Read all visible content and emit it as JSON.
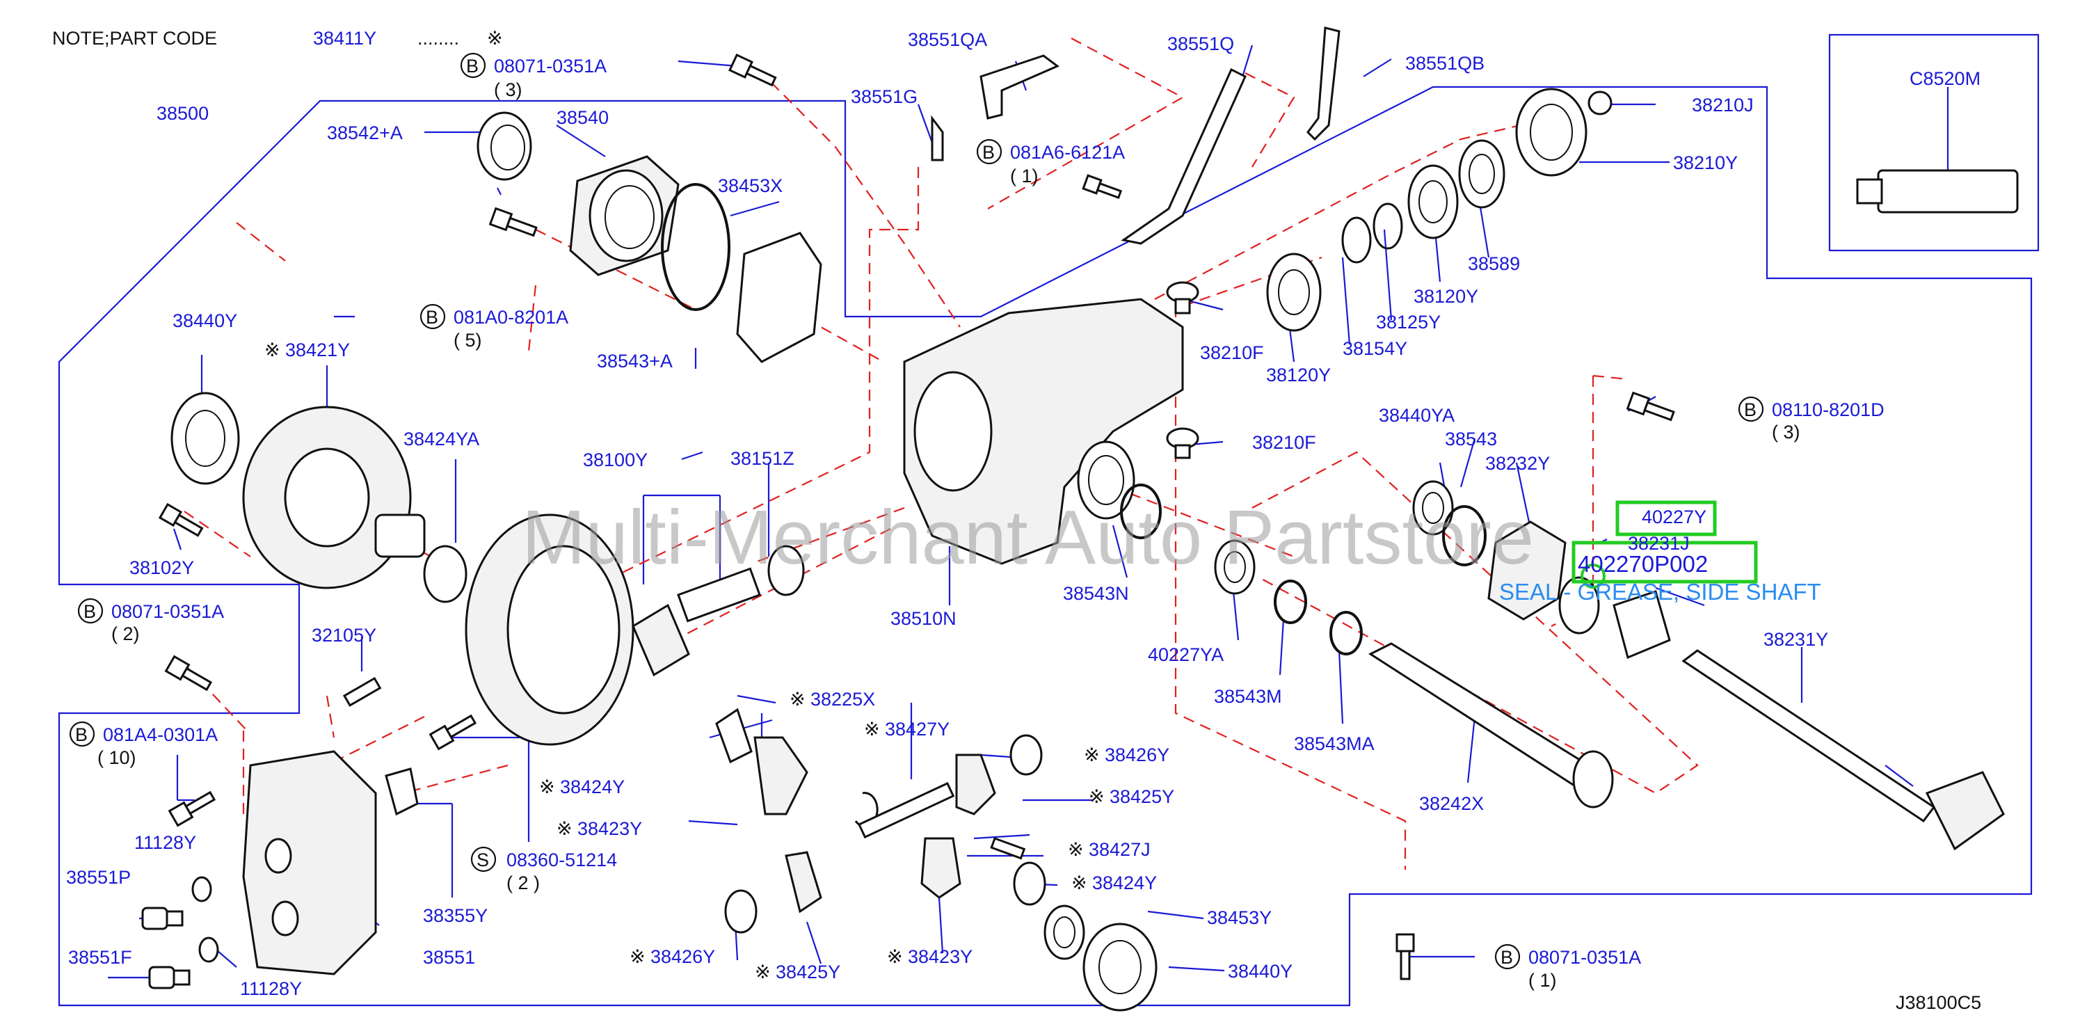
{
  "note": {
    "text": "NOTE;PART   CODE",
    "code": "38411Y",
    "dots": "........",
    "mark": "※"
  },
  "diagram_code": "J38100C5",
  "watermark": "Multi-Merchant Auto Partstore",
  "highlight": {
    "part": "40227Y",
    "code": "402270P002",
    "description": "SEAL - GREASE, SIDE SHAFT"
  },
  "bolt_marks": {
    "b": "B",
    "s": "S"
  },
  "bolts": {
    "b1": {
      "code": "08071-0351A",
      "qty": "( 3)"
    },
    "b2": {
      "code": "081A6-6121A",
      "qty": "( 1)"
    },
    "b3": {
      "code": "081A0-8201A",
      "qty": "( 5)"
    },
    "b4": {
      "code": "08110-8201D",
      "qty": "( 3)"
    },
    "b5": {
      "code": "08071-0351A",
      "qty": "( 2)"
    },
    "b6": {
      "code": "081A4-0301A",
      "qty": "( 10)"
    },
    "s1": {
      "code": "08360-51214",
      "qty": "( 2  )"
    },
    "b7": {
      "code": "08071-0351A",
      "qty": "( 1)"
    }
  },
  "parts": {
    "p38500": "38500",
    "p38542a": "38542+A",
    "p38540": "38540",
    "p38453x": "38453X",
    "p38543a": "38543+A",
    "p38551qa": "38551QA",
    "p38551g": "38551G",
    "p38551q": "38551Q",
    "p38551qb": "38551QB",
    "p38210j": "38210J",
    "p38210y": "38210Y",
    "pC8520m": "C8520M",
    "p38589": "38589",
    "p38120y_a": "38120Y",
    "p38125y": "38125Y",
    "p38154y": "38154Y",
    "p38120y_b": "38120Y",
    "p38210f_a": "38210F",
    "p38210f_b": "38210F",
    "p38440y_a": "38440Y",
    "p38421y": "38421Y",
    "p38424ya": "38424YA",
    "p38102y": "38102Y",
    "p38100y": "38100Y",
    "p38151z": "38151Z",
    "p38510n": "38510N",
    "p38543n": "38543N",
    "p38440ya": "38440YA",
    "p38543": "38543",
    "p38232y": "38232Y",
    "p38231j": "38231J",
    "p40227ya": "40227YA",
    "p38543m": "38543M",
    "p38543ma": "38543MA",
    "p38231y": "38231Y",
    "p38242x": "38242X",
    "p32105y": "32105Y",
    "p38225x": "38225X",
    "p38427y": "38427Y",
    "p38426y_a": "38426Y",
    "p38425y_a": "38425Y",
    "p38424y_a": "38424Y",
    "p38423y_a": "38423Y",
    "p38427j": "38427J",
    "p38424y_b": "38424Y",
    "p38453y": "38453Y",
    "p38440y_b": "38440Y",
    "p38426y_b": "38426Y",
    "p38425y_b": "38425Y",
    "p38423y_b": "38423Y",
    "p11128y_a": "11128Y",
    "p38551p": "38551P",
    "p38551f": "38551F",
    "p11128y_b": "11128Y",
    "p38355y": "38355Y",
    "p38551": "38551"
  },
  "mark_prefix": "※"
}
